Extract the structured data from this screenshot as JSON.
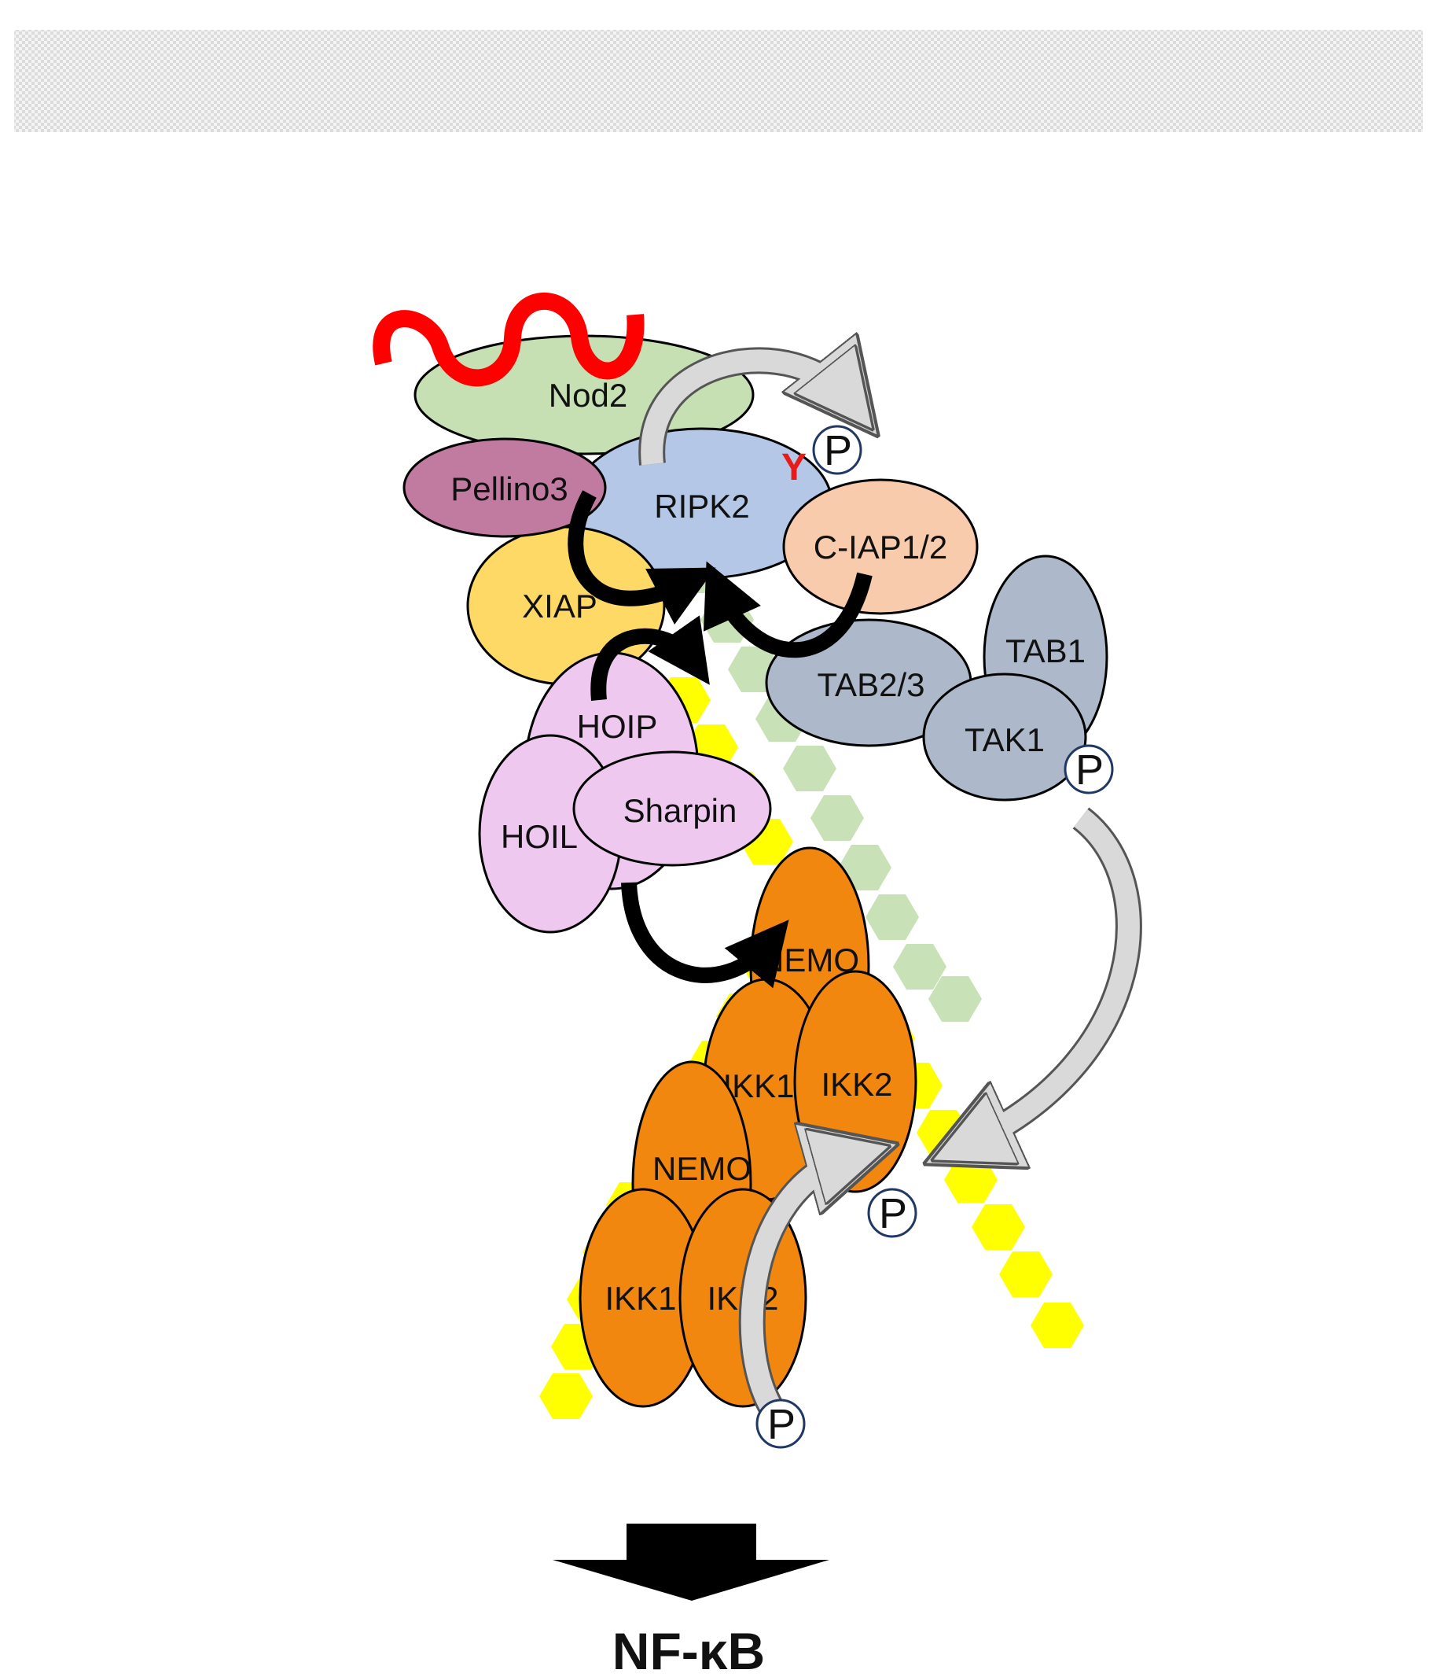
{
  "colors": {
    "nod2": "#c6e0b4",
    "ripk2": "#b4c7e7",
    "pellino": "#c27ba0",
    "xiap": "#ffd966",
    "ciap": "#f8cbad",
    "tab": "#adb9ca",
    "luba": "#efc8ef",
    "ikk": "#f2870f",
    "ubiquitin_linear": "#ffff00",
    "ubiquitin_k63": "#c6e0b4",
    "ligand": "#ff0000",
    "transfer_arrow": "#000000",
    "phospho_arrow": "#d9d9d9",
    "phospho_ring": "#1f3864"
  },
  "proteins": {
    "nod2": "Nod2",
    "ripk2": "RIPK2",
    "pellino3": "Pellino3",
    "xiap": "XIAP",
    "ciap": "C-IAP1/2",
    "tab1": "TAB1",
    "tab23": "TAB2/3",
    "tak1": "TAK1",
    "hoip": "HOIP",
    "hoil": "HOIL",
    "sharpin": "Sharpin",
    "nemo_upper": "NEMO",
    "ikk1_upper": "IKK1",
    "ikk2_upper": "IKK2",
    "nemo_lower": "NEMO",
    "ikk1_lower": "IKK1",
    "ikk2_lower": "IKK2"
  },
  "residue": "Y",
  "phospho": [
    "P",
    "P",
    "P",
    "P"
  ],
  "output": "NF-κB"
}
